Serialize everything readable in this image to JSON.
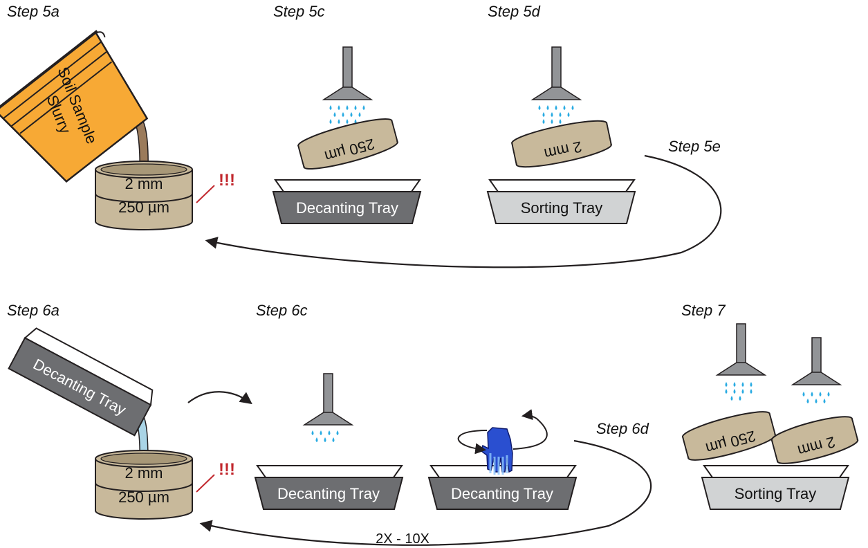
{
  "steps": {
    "s5a": "Step 5a",
    "s5c": "Step 5c",
    "s5d": "Step 5d",
    "s5e": "Step 5e",
    "s6a": "Step 6a",
    "s6c": "Step 6c",
    "s6d": "Step 6d",
    "s7": "Step 7"
  },
  "labels": {
    "bucket_line1": "Soil Sample",
    "bucket_line2": "Slurry",
    "sieve_coarse": "2 mm",
    "sieve_fine": "250 µm",
    "tray_decanting": "Decanting Tray",
    "tray_sorting": "Sorting Tray",
    "warning": "!!!",
    "repeat": "2X - 10X"
  },
  "colors": {
    "sieve_fill": "#c8b99b",
    "bucket_fill": "#f7a935",
    "soil_stream": "#9b7b5b",
    "water_stream": "#a9d4e6",
    "decanting_tray": "#6d6e71",
    "sorting_tray": "#d1d3d4",
    "nozzle": "#929497",
    "water_drop": "#29abe2",
    "warning": "#c1272d",
    "glove": "#2a4fd0"
  },
  "icons": [
    "sprayer-icon",
    "glove-icon",
    "bucket-icon",
    "sieve-icon",
    "tray-icon"
  ]
}
